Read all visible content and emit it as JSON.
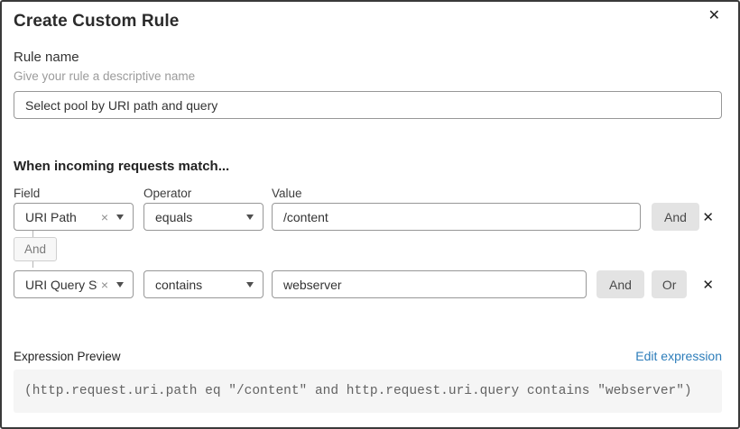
{
  "dialog": {
    "title": "Create Custom Rule"
  },
  "icons": {
    "close": "✕",
    "delete": "✕",
    "clear": "×"
  },
  "rule_name": {
    "label": "Rule name",
    "hint": "Give your rule a descriptive name",
    "value": "Select pool by URI path and query"
  },
  "match": {
    "heading": "When incoming requests match...",
    "columns": {
      "field": "Field",
      "operator": "Operator",
      "value": "Value"
    },
    "rows": [
      {
        "field": "URI Path",
        "operator": "equals",
        "value": "/content",
        "buttons": [
          "And"
        ]
      },
      {
        "field": "URI Query St...",
        "operator": "contains",
        "value": "webserver",
        "buttons": [
          "And",
          "Or"
        ]
      }
    ],
    "connector": "And"
  },
  "expression": {
    "label": "Expression Preview",
    "edit_link": "Edit expression",
    "code": "(http.request.uri.path eq \"/content\" and http.request.uri.query contains \"webserver\")"
  },
  "colors": {
    "link_blue": "#2d7dba",
    "button_gray": "#e3e3e3",
    "code_bg": "#f5f5f5",
    "border_gray": "#979797"
  }
}
